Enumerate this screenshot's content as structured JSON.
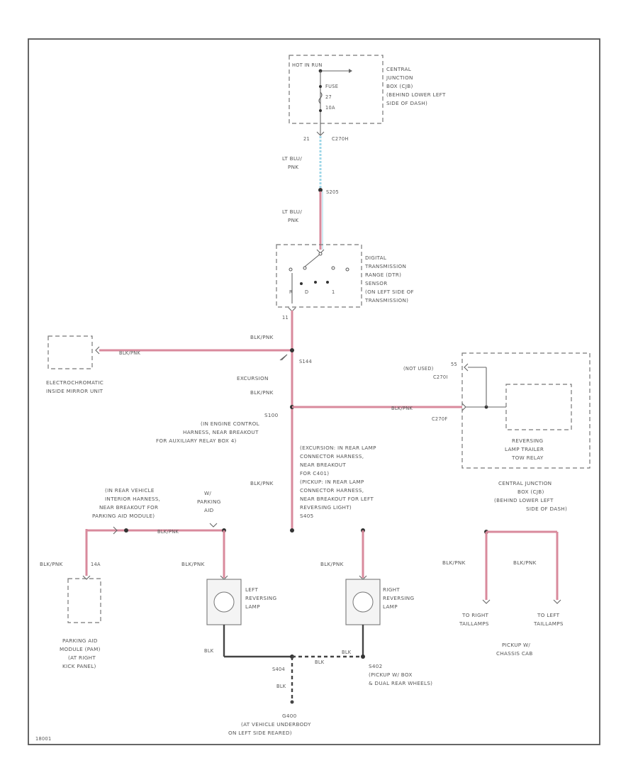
{
  "labels": {
    "hot_in_run": "HOT IN RUN",
    "fuse_1": "FUSE",
    "fuse_2": "27",
    "fuse_3": "10A",
    "cjb_top_1": "CENTRAL",
    "cjb_top_2": "JUNCTION",
    "cjb_top_3": "BOX (CJB)",
    "cjb_top_4": "(BEHIND LOWER LEFT",
    "cjb_top_5": "SIDE OF DASH)",
    "pin_21": "21",
    "c270h": "C270H",
    "wire1_1": "LT BLU/",
    "wire1_2": "PNK",
    "s205": "S205",
    "wire2_1": "LT BLU/",
    "wire2_2": "PNK",
    "dtr_1": "DIGITAL",
    "dtr_2": "TRANSMISSION",
    "dtr_3": "RANGE (DTR)",
    "dtr_4": "SENSOR",
    "dtr_5": "(ON LEFT SIDE OF",
    "dtr_6": "TRANSMISSION)",
    "pin_11": "11",
    "w_blkpnk_1": "BLK/PNK",
    "w_blkpnk_mirror": "BLK/PNK",
    "s144": "S144",
    "mirror_1": "ELECTROCHROMATIC",
    "mirror_2": "INSIDE MIRROR UNIT",
    "excursion": "EXCURSION",
    "w_blkpnk_2": "BLK/PNK",
    "s100_1": "S100",
    "s100_2": "(IN ENGINE CONTROL",
    "s100_3": "HARNESS, NEAR BREAKOUT",
    "s100_4": "FOR AUXILIARY RELAY BOX 4)",
    "w_blkpnk_relay": "BLK/PNK",
    "not_used": "(NOT USED)",
    "pin_55": "55",
    "c270i": "C270I",
    "c270f": "C270F",
    "rev_relay_1": "REVERSING",
    "rev_relay_2": "LAMP TRAILER",
    "rev_relay_3": "TOW RELAY",
    "cjb_bot_1": "CENTRAL JUNCTION",
    "cjb_bot_2": "BOX (CJB)",
    "cjb_bot_3": "(BEHIND LOWER LEFT",
    "cjb_bot_4": "SIDE OF DASH)",
    "exc_1": "(EXCURSION: IN REAR LAMP",
    "exc_2": "CONNECTOR HARNESS,",
    "exc_3": "NEAR BREAKOUT",
    "exc_4": "FOR C401)",
    "exc_5": "(PICKUP: IN REAR LAMP",
    "exc_6": "CONNECTOR HARNESS,",
    "exc_7": "NEAR BREAKOUT FOR LEFT",
    "exc_8": "REVERSING LIGHT)",
    "exc_9": "S405",
    "w_blkpnk_3": "BLK/PNK",
    "rv_1": "(IN REAR VEHICLE",
    "rv_2": "INTERIOR HARNESS,",
    "rv_3": "NEAR BREAKOUT FOR",
    "rv_4": "PARKING AID MODULE)",
    "w_blkpnk_aid": "BLK/PNK",
    "wp_1": "W/",
    "wp_2": "PARKING",
    "wp_3": "AID",
    "w_blkpnk_l1": "BLK/PNK",
    "pin_14a": "14A",
    "w_blkpnk_l2": "BLK/PNK",
    "w_blkpnk_r": "BLK/PNK",
    "w_blkpnk_t1": "BLK/PNK",
    "w_blkpnk_t2": "BLK/PNK",
    "pam_1": "PARKING AID",
    "pam_2": "MODULE (PAM)",
    "pam_3": "(AT RIGHT",
    "pam_4": "KICK PANEL)",
    "llamp_1": "LEFT",
    "llamp_2": "REVERSING",
    "llamp_3": "LAMP",
    "rlamp_1": "RIGHT",
    "rlamp_2": "REVERSING",
    "rlamp_3": "LAMP",
    "to_right_1": "TO RIGHT",
    "to_right_2": "TAILLAMPS",
    "to_left_1": "TO LEFT",
    "to_left_2": "TAILLAMPS",
    "pickup_1": "PICKUP W/",
    "pickup_2": "CHASSIS CAB",
    "blk_l": "BLK",
    "blk_m": "BLK",
    "blk_r": "BLK",
    "s404": "S404",
    "blk_d": "BLK",
    "s402_1": "S402",
    "s402_2": "(PICKUP W/ BOX",
    "s402_3": "& DUAL REAR WHEELS)",
    "g400_1": "G400",
    "g400_2": "(AT VEHICLE UNDERBODY",
    "g400_3": "ON LEFT SIDE REARED)",
    "code": "18001"
  },
  "colors": {
    "wire_pink": "#d98a9c",
    "wire_blue": "#9fd7e8",
    "wire_black": "#444444"
  }
}
